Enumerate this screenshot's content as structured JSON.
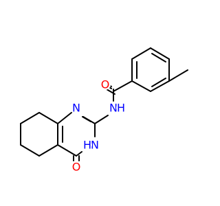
{
  "molecule": {
    "atoms": {
      "o_carbonyl_amide": {
        "symbol": "O"
      },
      "n_amide": {
        "symbol": "N"
      },
      "h_amide": {
        "symbol": "H"
      },
      "n1_ring": {
        "symbol": "N"
      },
      "n3_ring": {
        "symbol": "N"
      },
      "h_ring": {
        "symbol": "H"
      },
      "o_ring": {
        "symbol": "O"
      }
    },
    "colors": {
      "bond": "#000000",
      "oxygen": "#ff0000",
      "nitrogen": "#0000ff"
    }
  }
}
